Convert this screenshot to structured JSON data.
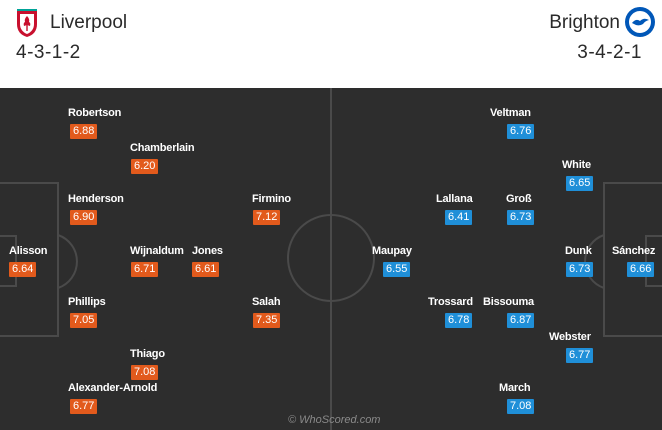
{
  "home": {
    "name": "Liverpool",
    "formation": "4-3-1-2",
    "crest_icon": "liverpool-crest-icon",
    "rating_color": "#e25a1c",
    "players": [
      {
        "name": "Robertson",
        "rating": "6.88"
      },
      {
        "name": "Chamberlain",
        "rating": "6.20"
      },
      {
        "name": "Henderson",
        "rating": "6.90"
      },
      {
        "name": "Firmino",
        "rating": "7.12"
      },
      {
        "name": "Alisson",
        "rating": "6.64"
      },
      {
        "name": "Wijnaldum",
        "rating": "6.71"
      },
      {
        "name": "Jones",
        "rating": "6.61"
      },
      {
        "name": "Phillips",
        "rating": "7.05"
      },
      {
        "name": "Salah",
        "rating": "7.35"
      },
      {
        "name": "Thiago",
        "rating": "7.08"
      },
      {
        "name": "Alexander-Arnold",
        "rating": "6.77"
      }
    ]
  },
  "away": {
    "name": "Brighton",
    "formation": "3-4-2-1",
    "crest_icon": "brighton-crest-icon",
    "rating_color": "#1f8fd8",
    "players": [
      {
        "name": "Veltman",
        "rating": "6.76"
      },
      {
        "name": "White",
        "rating": "6.65"
      },
      {
        "name": "Lallana",
        "rating": "6.41"
      },
      {
        "name": "Groß",
        "rating": "6.73"
      },
      {
        "name": "Maupay",
        "rating": "6.55"
      },
      {
        "name": "Dunk",
        "rating": "6.73"
      },
      {
        "name": "Sánchez",
        "rating": "6.66"
      },
      {
        "name": "Trossard",
        "rating": "6.78"
      },
      {
        "name": "Bissouma",
        "rating": "6.87"
      },
      {
        "name": "Webster",
        "rating": "6.77"
      },
      {
        "name": "March",
        "rating": "7.08"
      }
    ]
  },
  "watermark": "© WhoScored.com"
}
